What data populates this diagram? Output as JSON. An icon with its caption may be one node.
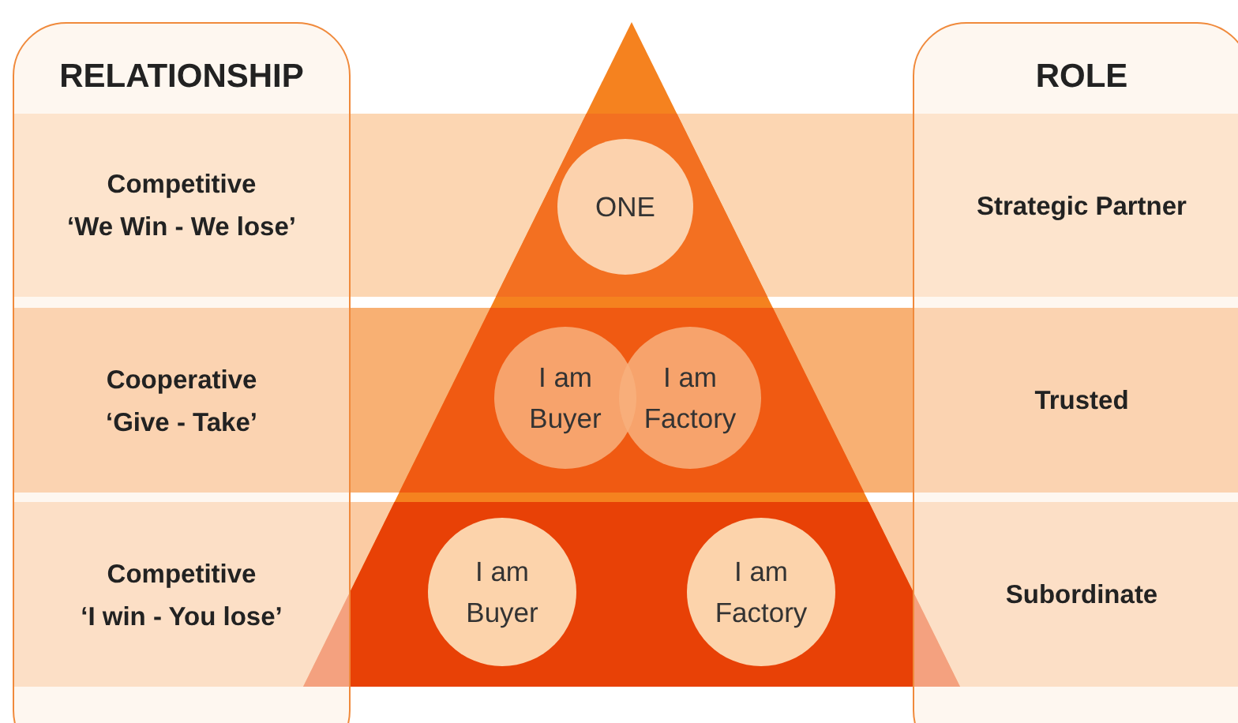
{
  "diagram": {
    "nodes": [
      {
        "text": [
          "RELATIONSHIP"
        ]
      },
      {
        "text": [
          "Competitive",
          "‘We Win - We lose’"
        ],
        "in": 0
      },
      {
        "text": [
          "Cooperative",
          "‘Give - Take’"
        ],
        "in": 0
      },
      {
        "text": [
          "Competitive",
          "‘I win - You lose’"
        ],
        "in": 0
      },
      {
        "text": [
          "ROLE"
        ]
      },
      {
        "text": [
          "Strategic Partner"
        ],
        "in": 4
      },
      {
        "text": [
          "Trusted"
        ],
        "in": 4
      },
      {
        "text": [
          "Subordinate"
        ],
        "in": 4
      },
      {
        "text": [
          "ONE"
        ]
      },
      {
        "text": [
          "I am Buyer"
        ]
      },
      {
        "text": [
          "I am Factory"
        ]
      },
      {
        "text": [
          "I am Buyer"
        ]
      },
      {
        "text": [
          "I am Factory"
        ]
      }
    ],
    "edges": []
  }
}
